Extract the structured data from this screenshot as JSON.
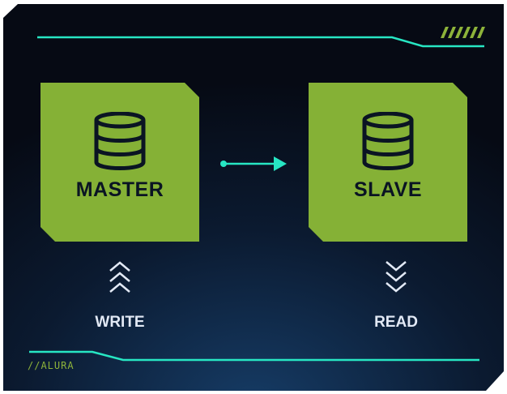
{
  "diagram": {
    "master": {
      "label": "MASTER",
      "icon": "database-icon"
    },
    "slave": {
      "label": "SLAVE",
      "icon": "database-icon"
    },
    "connector": {
      "from": "master",
      "to": "slave",
      "icon": "arrow-right-icon"
    },
    "write": {
      "label": "WRITE",
      "icon": "chevrons-up-icon"
    },
    "read": {
      "label": "READ",
      "icon": "chevrons-down-icon"
    }
  },
  "brand": {
    "text": "//ALURA"
  },
  "colors": {
    "background_dark": "#070c17",
    "background_glow": "#12335a",
    "node_fill": "#85b136",
    "accent_teal": "#27e6c3",
    "accent_green": "#8db33a",
    "text_light": "#e2e9f5",
    "text_dark": "#0a1423"
  }
}
